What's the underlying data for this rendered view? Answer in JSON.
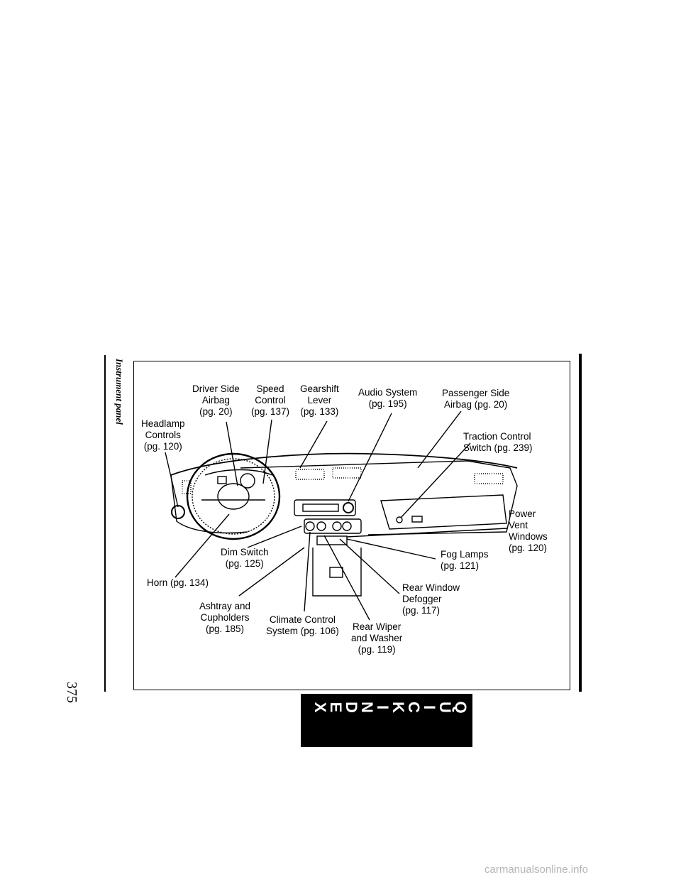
{
  "page": {
    "section_tab": "Instrument panel",
    "page_number": "375"
  },
  "figure": {
    "callouts": {
      "headlamp": [
        "Headlamp",
        "Controls",
        "(pg. 120)"
      ],
      "driver_airbag": [
        "Driver Side",
        "Airbag",
        "(pg. 20)"
      ],
      "speed_control": [
        "Speed",
        "Control",
        "(pg. 137)"
      ],
      "gearshift": [
        "Gearshift",
        "Lever",
        "(pg. 133)"
      ],
      "audio": [
        "Audio System",
        "(pg. 195)"
      ],
      "passenger_airbag": [
        "Passenger Side",
        "Airbag (pg. 20)"
      ],
      "traction": [
        "Traction Control",
        "Switch (pg. 239)"
      ],
      "power_vent": [
        "Power",
        "Vent",
        "Windows",
        "(pg. 120)"
      ],
      "fog_lamps": [
        "Fog Lamps",
        "(pg. 121)"
      ],
      "dim_switch": [
        "Dim Switch",
        "(pg. 125)"
      ],
      "horn": [
        "Horn (pg. 134)"
      ],
      "rear_defogger": [
        "Rear Window",
        "Defogger",
        "(pg. 117)"
      ],
      "ashtray": [
        "Ashtray and",
        "Cupholders",
        "(pg. 185)"
      ],
      "climate": [
        "Climate Control",
        "System (pg. 106)"
      ],
      "rear_wiper": [
        "Rear Wiper",
        "and Washer",
        "(pg. 119)"
      ]
    }
  },
  "quick_index": {
    "letters": [
      "Q",
      "U",
      "I",
      "C",
      "K",
      "I",
      "N",
      "D",
      "E",
      "X"
    ]
  },
  "watermark": "carmanualsonline.info"
}
